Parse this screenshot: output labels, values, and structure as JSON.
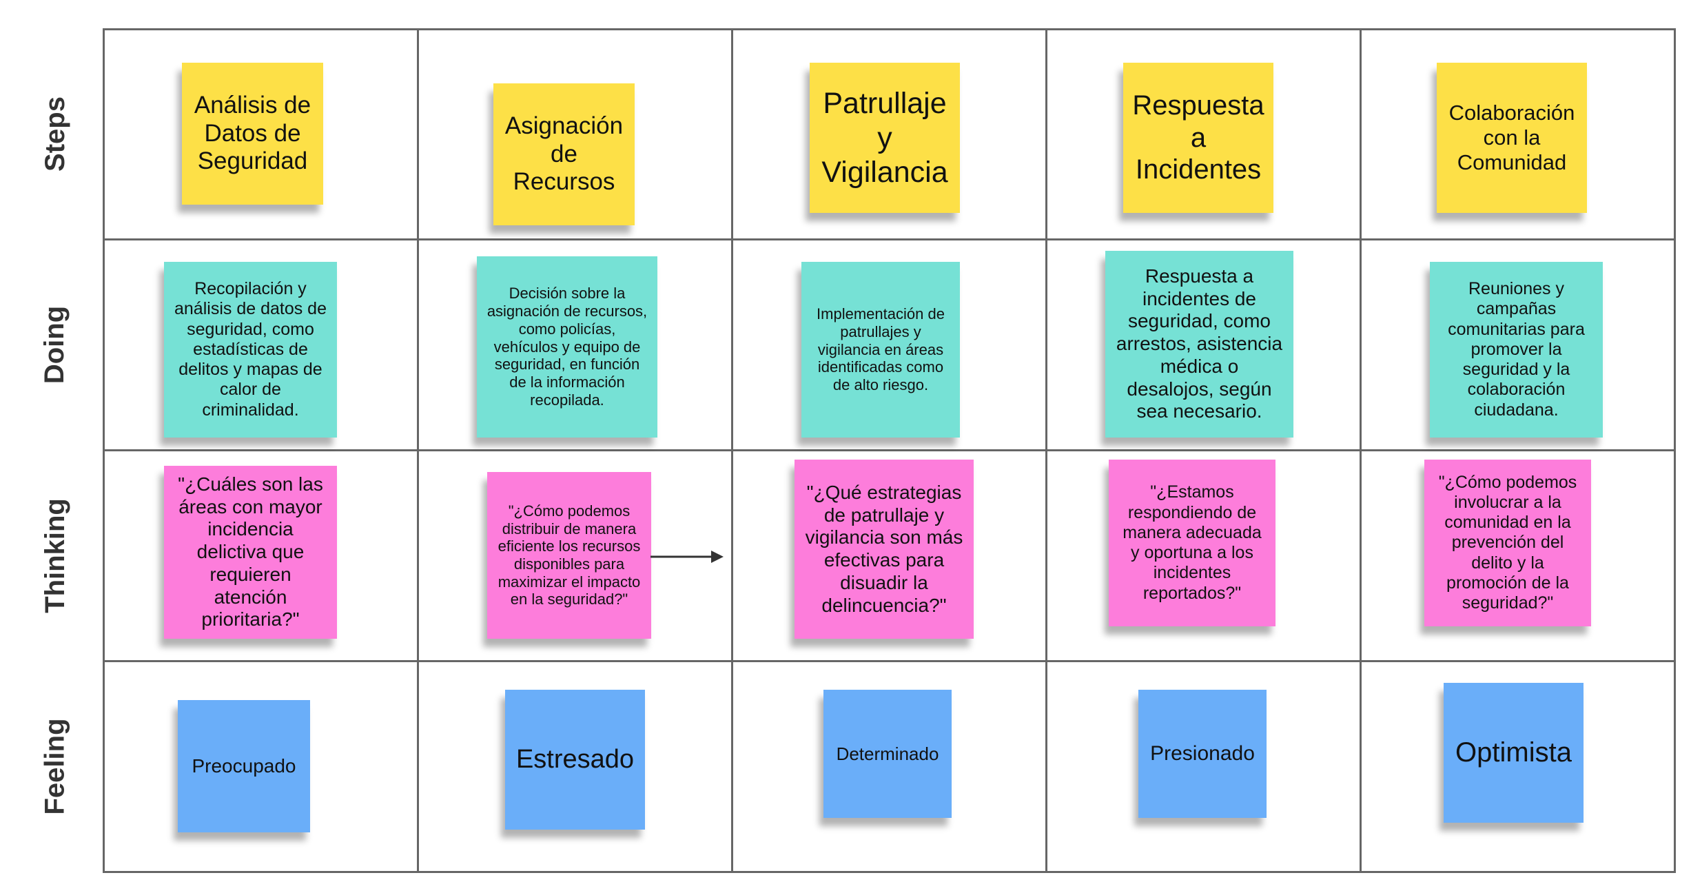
{
  "rows": [
    {
      "label": "Steps"
    },
    {
      "label": "Doing"
    },
    {
      "label": "Thinking"
    },
    {
      "label": "Feeling"
    }
  ],
  "colors": {
    "steps": "#fde047",
    "doing": "#76e1d5",
    "thinking": "#fd7ddb",
    "feeling": "#6aaef9",
    "grid": "#666666",
    "arrow": "#333333"
  },
  "steps": [
    {
      "text": "Análisis de Datos de Seguridad"
    },
    {
      "text": "Asignación de Recursos"
    },
    {
      "text": "Patrullaje y Vigilancia"
    },
    {
      "text": "Respuesta a Incidentes"
    },
    {
      "text": "Colaboración con la Comunidad"
    }
  ],
  "doing": [
    {
      "text": "Recopilación y análisis de datos de seguridad, como estadísticas de delitos y mapas de calor de criminalidad."
    },
    {
      "text": "Decisión sobre la asignación de recursos, como policías, vehículos y equipo de seguridad, en función de la información recopilada."
    },
    {
      "text": "Implementación de patrullajes y vigilancia en áreas identificadas como de alto riesgo."
    },
    {
      "text": "Respuesta a incidentes de seguridad, como arrestos, asistencia médica o desalojos, según sea necesario."
    },
    {
      "text": "Reuniones y campañas comunitarias para promover la seguridad y la colaboración ciudadana."
    }
  ],
  "thinking": [
    {
      "text": "\"¿Cuáles son las áreas con mayor incidencia delictiva que requieren atención prioritaria?\""
    },
    {
      "text": "\"¿Cómo podemos distribuir de manera eficiente los recursos disponibles para maximizar el impacto en la seguridad?\""
    },
    {
      "text": "\"¿Qué estrategias de patrullaje y vigilancia son más efectivas para disuadir la delincuencia?\""
    },
    {
      "text": "\"¿Estamos respondiendo de manera adecuada y oportuna a los incidentes reportados?\""
    },
    {
      "text": "\"¿Cómo podemos involucrar a la comunidad en la prevención del delito y la promoción de la seguridad?\""
    }
  ],
  "feeling": [
    {
      "text": "Preocupado"
    },
    {
      "text": "Estresado"
    },
    {
      "text": "Determinado"
    },
    {
      "text": "Presionado"
    },
    {
      "text": "Optimista"
    }
  ]
}
